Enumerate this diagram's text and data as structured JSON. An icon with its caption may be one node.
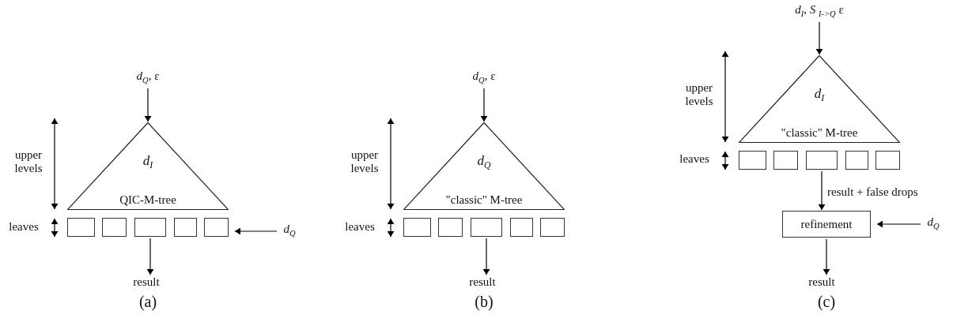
{
  "diagram": {
    "nodes": [
      {
        "text": [
          "*d*$_{Q}$, ε"
        ]
      },
      {
        "text": [
          "*d*$_{I}$",
          "QIC-M-tree"
        ]
      },
      {
        "text": [],
        "shape": "box"
      },
      {
        "text": [],
        "shape": "box"
      },
      {
        "text": [],
        "shape": "box"
      },
      {
        "text": [],
        "shape": "box"
      },
      {
        "text": [],
        "shape": "box"
      },
      {
        "text": [
          "*d*$_{Q}$"
        ]
      },
      {
        "text": [
          "result"
        ]
      },
      {
        "text": [
          "*d*$_{Q}$, ε"
        ]
      },
      {
        "text": [
          "*d*$_{Q}$",
          "\"classic\" M-tree"
        ]
      },
      {
        "text": [],
        "shape": "box"
      },
      {
        "text": [],
        "shape": "box"
      },
      {
        "text": [],
        "shape": "box"
      },
      {
        "text": [],
        "shape": "box"
      },
      {
        "text": [],
        "shape": "box"
      },
      {
        "text": [
          "result"
        ]
      },
      {
        "text": [
          "*d*$_{I}$, *S* $_{I->Q}$ ε"
        ]
      },
      {
        "text": [
          "*d*$_{I}$",
          "\"classic\" M-tree"
        ]
      },
      {
        "text": [],
        "shape": "box"
      },
      {
        "text": [],
        "shape": "box"
      },
      {
        "text": [],
        "shape": "box"
      },
      {
        "text": [],
        "shape": "box"
      },
      {
        "text": [],
        "shape": "box"
      },
      {
        "text": [
          "refinement"
        ]
      },
      {
        "text": [
          "*d*$_{Q}$"
        ]
      },
      {
        "text": [
          "result"
        ]
      }
    ],
    "edges": [
      {
        "from": 0,
        "to": 1,
        "arrow": "to"
      },
      {
        "from": 7,
        "to": 6,
        "arrow": "to"
      },
      {
        "from": 4,
        "to": 8,
        "arrow": "to"
      },
      {
        "from": 9,
        "to": 10,
        "arrow": "to"
      },
      {
        "from": 13,
        "to": 16,
        "arrow": "to"
      },
      {
        "from": 17,
        "to": 18,
        "arrow": "to"
      },
      {
        "from": 21,
        "to": 24,
        "arrow": "to",
        "label": "result + false drops"
      },
      {
        "from": 25,
        "to": 24,
        "arrow": "to"
      },
      {
        "from": 24,
        "to": 26,
        "arrow": "to"
      }
    ],
    "labels": [
      "upper levels",
      "leaves",
      "(a)",
      "upper levels",
      "leaves",
      "(b)",
      "upper levels",
      "leaves",
      "(c)"
    ]
  }
}
